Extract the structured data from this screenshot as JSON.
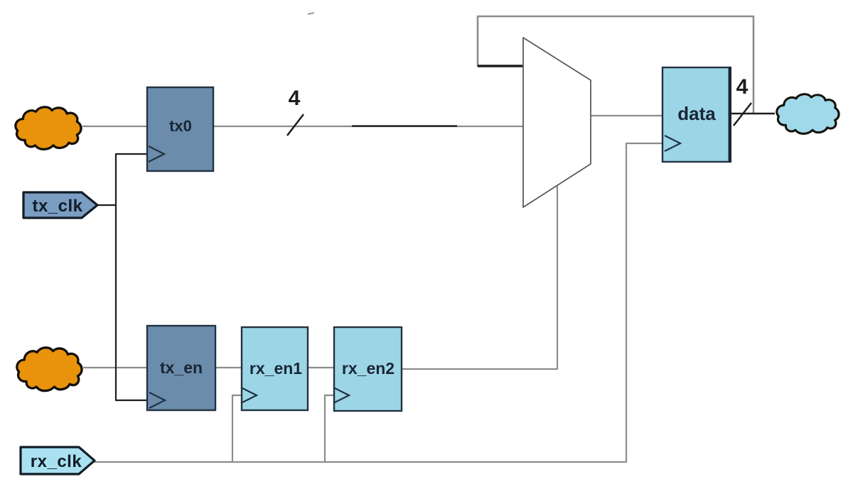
{
  "colors": {
    "ff_dark_fill": "#6b8cab",
    "ff_light_fill": "#9cd5e6",
    "ff_border": "#223240",
    "ff_border_accent": "#1b2733",
    "tag_tx_fill": "#7b9dc2",
    "tag_rx_fill": "#a9e1f1",
    "tag_border": "#101c26",
    "cloud_orange": "#e8930b",
    "cloud_blue": "#9fd9ea",
    "cloud_outline": "#14100a",
    "wire_gray": "#8c8c8c",
    "wire_dark": "#1d1d1d",
    "mux_fill": "#ffffff",
    "mux_outline": "#5a5a5a",
    "label": "#182635",
    "artifact_gray": "#9a9a9a"
  },
  "blocks": {
    "tx0": {
      "label": "tx0"
    },
    "tx_en": {
      "label": "tx_en"
    },
    "rx_en1": {
      "label": "rx_en1"
    },
    "rx_en2": {
      "label": "rx_en2"
    },
    "data": {
      "label": "data"
    }
  },
  "clock_tags": {
    "tx_clk": {
      "label": "tx_clk"
    },
    "rx_clk": {
      "label": "rx_clk"
    }
  },
  "bus_widths": {
    "tx_bus": "4",
    "data_bus": "4"
  },
  "icons": {
    "async_logic": "cloud-icon",
    "clock_input": "clock-edge-triangle-icon",
    "selector": "mux-trapezoid"
  }
}
